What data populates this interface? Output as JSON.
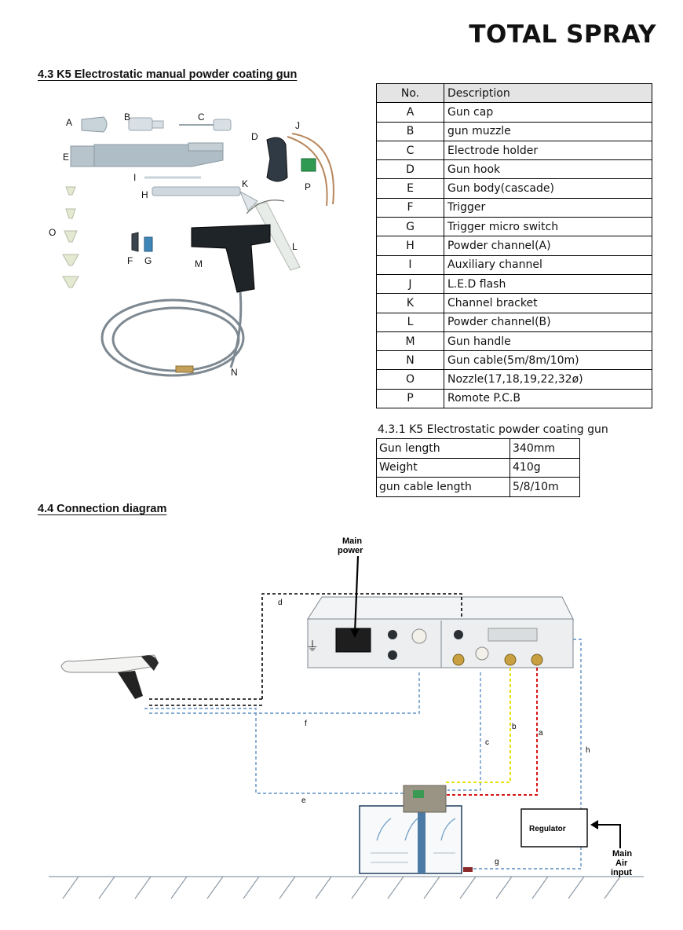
{
  "brand": "TOTAL SPRAY",
  "section1_title": "4.3 K5 Electrostatic manual powder coating gun",
  "parts_figure": {
    "labels": [
      "A",
      "B",
      "C",
      "D",
      "E",
      "I",
      "J",
      "H",
      "K",
      "P",
      "O",
      "F",
      "G",
      "M",
      "L",
      "N"
    ]
  },
  "parts_table": {
    "headers": [
      "No.",
      "Description"
    ],
    "rows": [
      {
        "no": "A",
        "desc": "Gun cap"
      },
      {
        "no": "B",
        "desc": "gun muzzle"
      },
      {
        "no": "C",
        "desc": "Electrode holder"
      },
      {
        "no": "D",
        "desc": "Gun hook"
      },
      {
        "no": "E",
        "desc": "Gun body(cascade)"
      },
      {
        "no": "F",
        "desc": "Trigger"
      },
      {
        "no": "G",
        "desc": "Trigger micro switch"
      },
      {
        "no": "H",
        "desc": "Powder channel(A)"
      },
      {
        "no": "I",
        "desc": "Auxiliary channel"
      },
      {
        "no": "J",
        "desc": "L.E.D flash"
      },
      {
        "no": "K",
        "desc": "Channel bracket"
      },
      {
        "no": "L",
        "desc": "Powder channel(B)"
      },
      {
        "no": "M",
        "desc": "Gun handle"
      },
      {
        "no": "N",
        "desc": "Gun cable(5m/8m/10m)"
      },
      {
        "no": "O",
        "desc": "Nozzle(17,18,19,22,32ø)"
      },
      {
        "no": "P",
        "desc": "Romote P.C.B"
      }
    ]
  },
  "specs_title": "4.3.1 K5 Electrostatic powder coating gun",
  "specs": [
    {
      "label": "Gun length",
      "value": "340mm"
    },
    {
      "label": "Weight",
      "value": "410g"
    },
    {
      "label": "gun cable length",
      "value": "5/8/10m"
    }
  ],
  "section2_title": "4.4 Connection diagram",
  "diagram": {
    "main_power": [
      "Main",
      "power"
    ],
    "regulator": "Regulator",
    "main_air": [
      "Main",
      "Air",
      "input"
    ],
    "lines": {
      "a": "a",
      "b": "b",
      "c": "c",
      "d": "d",
      "e": "e",
      "f": "f",
      "g": "g",
      "h": "h"
    },
    "ground_symbol": "⏚",
    "colors": {
      "blue_dash": "#5b8fc4",
      "black_dash": "#000000",
      "yellow": "#e8e000",
      "red": "#d81818"
    }
  }
}
